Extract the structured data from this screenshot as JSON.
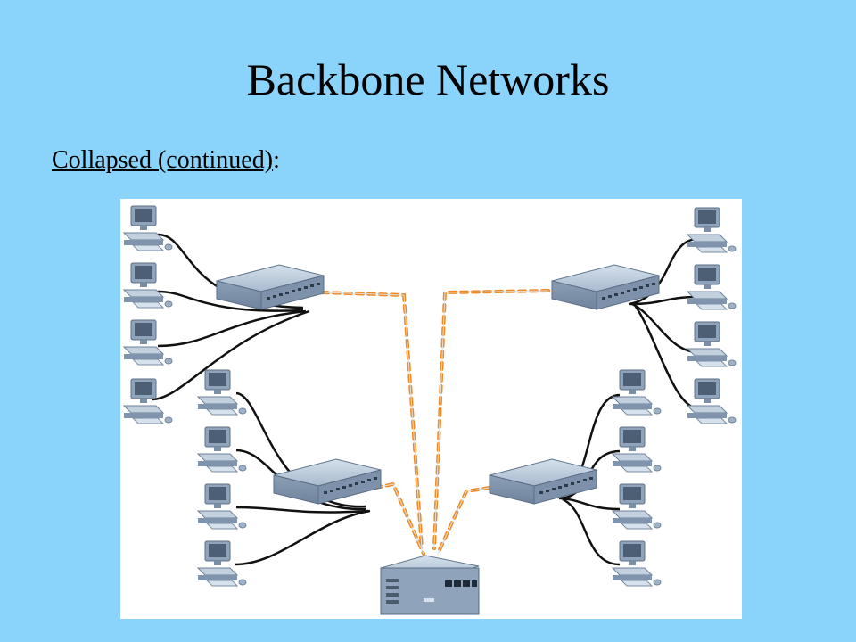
{
  "slide": {
    "title": "Backbone Networks",
    "subtitle": "Collapsed (continued)",
    "subtitle_suffix": ":"
  },
  "diagram": {
    "description_nodes": {
      "core_switch": "core-switch",
      "hubs": [
        "hub-top-left",
        "hub-top-right",
        "hub-bottom-left",
        "hub-bottom-right"
      ]
    },
    "colors": {
      "background": "#8ad4fb",
      "backbone_link": "#f08a24",
      "cable": "#111111",
      "device_body": "#9fb2c8"
    }
  }
}
